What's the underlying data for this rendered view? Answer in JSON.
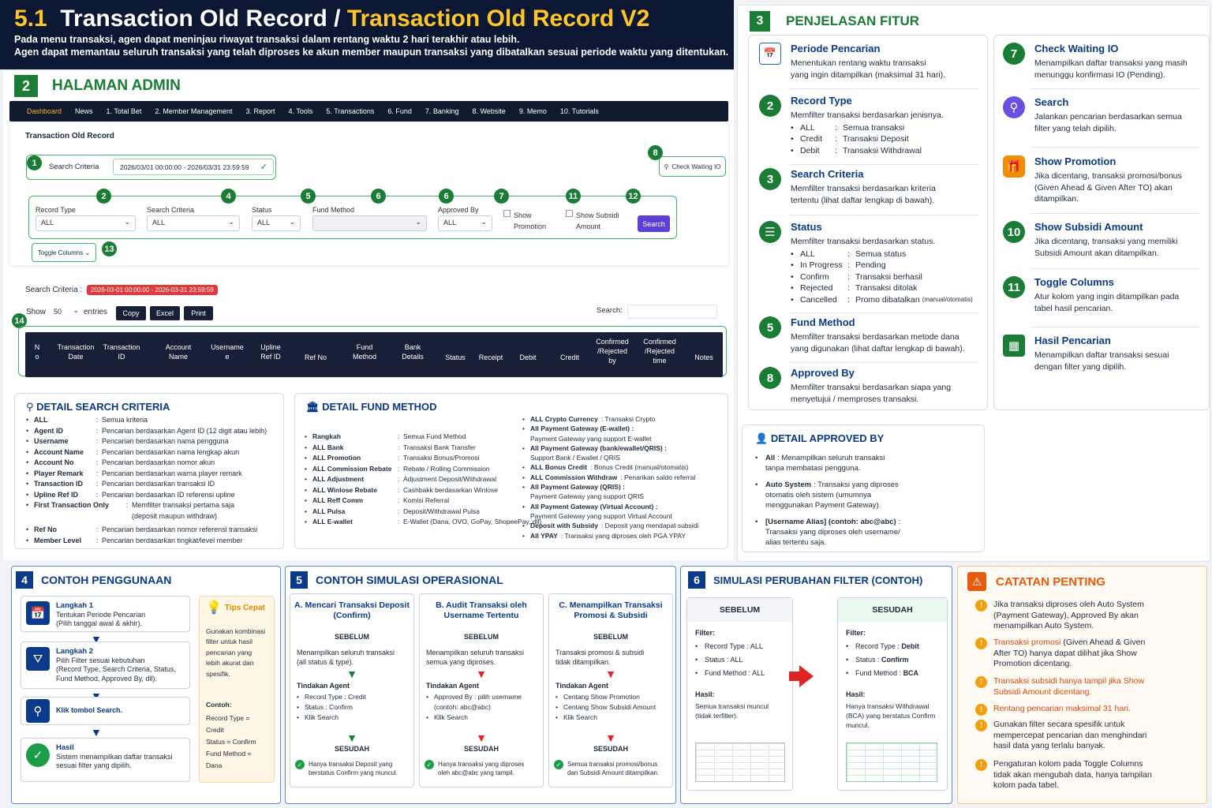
{
  "header": {
    "num": "5.1",
    "title_a": "Transaction Old Record",
    "slash": " / ",
    "title_b": "Transaction Old Record V2",
    "line1": "Pada menu transaksi, agen dapat meninjau riwayat transaksi dalam rentang waktu 2 hari terakhir atau lebih.",
    "line2": "Agen dapat memantau seluruh transaksi yang telah diproses ke akun member maupun transaksi yang dibatalkan sesuai periode waktu yang ditentukan."
  },
  "admin": {
    "num": "2",
    "title": "HALAMAN ADMIN",
    "nav": [
      "Dashboard",
      "News",
      "1. Total Bet",
      "2. Member Management",
      "3. Report",
      "4. Tools",
      "5. Transactions",
      "6. Fund",
      "7. Banking",
      "8. Website",
      "9. Memo",
      "10. Tutorials"
    ],
    "page_title": "Transaction Old Record",
    "search_criteria_label": "Search Criteria",
    "date_range": "2026/03/01 00:00:00 - 2026/03/31 23:59:59",
    "check_waiting": "Check Waiting IO",
    "record_type_label": "Record Type",
    "record_type_value": "ALL",
    "criteria_label": "Search Criteria",
    "criteria_value": "ALL",
    "status_label": "Status",
    "status_value": "ALL",
    "fund_label": "Fund Method",
    "approved_label": "Approved By",
    "approved_value": "ALL",
    "show_promo_a": "Show",
    "show_promo_b": "Promotion",
    "show_subsidi_a": "Show Subsidi",
    "show_subsidi_b": "Amount",
    "search_btn": "Search",
    "toggle": "Toggle Columns",
    "markers": [
      "1",
      "2",
      "4",
      "5",
      "6",
      "6",
      "7",
      "11",
      "12",
      "8",
      "13",
      "14"
    ],
    "criteria_bar_label": "Search Criteria :",
    "criteria_bar_value": "2026-03-01 00:00:00 - 2026-03-31 23:59:59",
    "show": "Show",
    "entries_value": "50",
    "entries": "entries",
    "copy": "Copy",
    "excel": "Excel",
    "print": "Print",
    "search_label": "Search:",
    "columns": [
      "N\no",
      "Transaction\nDate",
      "Transaction\nID",
      "Account\nName",
      "Username\ne",
      "Upline\nRef ID",
      "Ref No",
      "Fund\nMethod",
      "Bank\nDetails",
      "Status",
      "Receipt",
      "Debit",
      "Credit",
      "Confirmed\n/Rejected\nby",
      "Confirmed\n/Rejected\ntime",
      "Notes"
    ]
  },
  "features": {
    "num": "3",
    "title": "PENJELASAN FITUR",
    "left": [
      {
        "badge": "cal",
        "title": "Periode Pencarian",
        "desc": "Menentukan rentang waktu transaksi\nyang ingin ditampilkan (maksimal 31 hari)."
      },
      {
        "badge": "2",
        "title": "Record Type",
        "desc": "Memfilter transaksi berdasarkan jenisnya.",
        "items": [
          [
            "ALL",
            "Semua transaksi"
          ],
          [
            "Credit",
            "Transaksi Deposit"
          ],
          [
            "Debit",
            "Transaksi Withdrawal"
          ]
        ]
      },
      {
        "badge": "3",
        "title": "Search Criteria",
        "desc": "Memfilter transaksi berdasarkan kriteria\ntertentu (lihat daftar lengkap di bawah)."
      },
      {
        "badge": "list",
        "title": "Status",
        "desc": "Memfilter transaksi berdasarkan status.",
        "items": [
          [
            "ALL",
            "Semua status"
          ],
          [
            "In Progress",
            "Pending"
          ],
          [
            "Confirm",
            "Transaksi berhasil"
          ],
          [
            "Rejected",
            "Transaksi ditolak"
          ],
          [
            "Cancelled",
            "Promo dibatalkan"
          ]
        ],
        "note": "(manual/otomatis)"
      },
      {
        "badge": "5",
        "title": "Fund Method",
        "desc": "Memfilter transaksi berdasarkan metode dana\nyang digunakan (lihat daftar lengkap di bawah)."
      },
      {
        "badge": "8",
        "title": "Approved By",
        "desc": "Memfilter transaksi berdasarkan siapa yang\nmenyetujui / memproses transaksi."
      }
    ],
    "right": [
      {
        "badge": "7",
        "title": "Check Waiting IO",
        "desc": "Menampilkan daftar transaksi yang masih\nmenunggu konfirmasi IO (Pending)."
      },
      {
        "badge": "search",
        "title": "Search",
        "desc": "Jalankan pencarian berdasarkan semua\nfilter yang telah dipilih."
      },
      {
        "badge": "gift",
        "title": "Show Promotion",
        "desc": "Jika dicentang, transaksi promosi/bonus\n(Given Ahead & Given After TO) akan\nditampilkan."
      },
      {
        "badge": "10",
        "title": "Show Subsidi Amount",
        "desc": "Jika dicentang, transaksi yang memiliki\nSubsidi Amount akan ditampilkan."
      },
      {
        "badge": "11",
        "title": "Toggle Columns",
        "desc": "Atur kolom yang ingin ditampilkan pada\ntabel hasil pencarian."
      },
      {
        "badge": "table",
        "title": "Hasil Pencarian",
        "desc": "Menampilkan daftar transaksi sesuai\ndengan filter yang dipilih."
      }
    ]
  },
  "detail_search": {
    "title": "DETAIL SEARCH CRITERIA",
    "items": [
      [
        "ALL",
        "Semua kriteria"
      ],
      [
        "Agent ID",
        "Pencarian berdasarkan Agent ID (12 digit atau lebih)"
      ],
      [
        "Username",
        "Pencarian berdasarkan nama pengguna"
      ],
      [
        "Account Name",
        "Pencarian berdasarkan nama lengkap akun"
      ],
      [
        "Account No",
        "Pencarian berdasarkan nomor akun"
      ],
      [
        "Player Remark",
        "Pencarian berdasarkan warna player remark"
      ],
      [
        "Transaction ID",
        "Pencarian berdasarkan transaksi ID"
      ],
      [
        "Upline Ref ID",
        "Pencarian berdasarkan ID referensi upline"
      ],
      [
        "First Transaction Only",
        "Memfilter transaksi pertama saja\n(deposit maupun withdraw)"
      ],
      [
        "Ref No",
        "Pencarian berdasarkan nomor referensi transaksi"
      ],
      [
        "Member Level",
        "Pencarian berdasarkan tingkat/level member"
      ]
    ]
  },
  "detail_fund": {
    "title": "DETAIL FUND METHOD",
    "left": [
      [
        "Rangkah",
        "Semua Fund Method"
      ],
      [
        "ALL Bank",
        "Transaksi Bank Transfer"
      ],
      [
        "ALL Promotion",
        "Transaksi Bonus/Promosi"
      ],
      [
        "ALL Commission Rebate",
        "Rebate / Rolling Commission"
      ],
      [
        "ALL Adjustment",
        "Adjustment Deposit/Withdrawal"
      ],
      [
        "ALL Winlose Rebate",
        "Cashbakk berdasarkan Winlose"
      ],
      [
        "ALL Reff Comm",
        "Komisi Referral"
      ],
      [
        "ALL Pulsa",
        "Deposit/Withdrawal Pulsa"
      ],
      [
        "ALL E-wallet",
        "E-Wallet (Dana, OVO, GoPay, ShopeePay, dll)"
      ]
    ],
    "right": [
      [
        "ALL Crypto Currency",
        ":  Transaksi Crypto"
      ],
      [
        "All Payment Gateway (E-wallet) :",
        "Payment Gateway yang support E-wallet"
      ],
      [
        "All Payment Gateway (bank/ewallet/QRIS) :",
        "Support Bank / Ewallet / QRIS"
      ],
      [
        "ALL Bonus Credit",
        ":  Bonus Credit (manual/otomatis)"
      ],
      [
        "ALL Commission Withdraw",
        ":  Penarikan saldo referral"
      ],
      [
        "All Payment Gateway (QRIS) :",
        "Payment Gateway yang support QRIS"
      ],
      [
        "All Payment Gateway (Virtual Account) :",
        "Payment Gateway yang support Virtual Account"
      ],
      [
        "Deposit with Subsidy",
        ":  Deposit yang mendapat subsidi"
      ],
      [
        "All YPAY",
        ":  Transaksi yang diproses oleh PGA YPAY"
      ]
    ]
  },
  "approved": {
    "title": "DETAIL APPROVED BY",
    "items": [
      {
        "k": "All",
        "v": ":  Menampilkan seluruh transaksi\ntanpa membatasi pengguna."
      },
      {
        "k": "Auto System",
        "v": ":  Transaksi yang diproses\notomatis oleh sistem (umumnya\nmenggunakan Payment Gateway)."
      },
      {
        "k": "[Username Alias] (contoh: abc@abc)",
        "v": ":\nTransaksi yang diproses oleh username/\nalias tertentu saja."
      }
    ]
  },
  "usage": {
    "num": "4",
    "title": "CONTOH PENGGUNAAN",
    "steps": [
      {
        "t": "Langkah 1",
        "d": "Tentukan Periode Pencarian\n(Pilih tanggal awal & akhir)."
      },
      {
        "t": "Langkah 2",
        "d": "Pilih Filter sesuai kebutuhan\n(Record Type, Search Criteria, Status,\nFund Method, Approved By, dll)."
      },
      {
        "t": "",
        "d": "Klik tombol Search."
      },
      {
        "t": "Hasil",
        "d": "Sistem menampilkan daftar transaksi\nsesuai filter yang dipilih."
      }
    ],
    "tips_title": "Tips Cepat",
    "tips": "Gunakan kombinasi\nfilter untuk hasil\npencarian yang\nlebih akurat dan\nspesifik.",
    "example_label": "Contoh:",
    "example": "Record Type = Credit\nStatus = Confirm\nFund Method = Dana"
  },
  "simulation": {
    "num": "5",
    "title": "CONTOH SIMULASI OPERASIONAL",
    "cols": [
      {
        "title": "A. Mencari Transaksi Deposit\n(Confirm)",
        "before": "Menampilkan seluruh transaksi\n(all status & type).",
        "actions": [
          "Record Type  :  Credit",
          "Status  :  Confirm",
          "Klik Search"
        ],
        "after": "Hanya transaksi Deposit yang\nberstatus Confirm yang muncul."
      },
      {
        "title": "B. Audit Transaksi oleh\nUsername Tertentu",
        "before": "Menampilkan seluruh transaksi\nsemua yang diproses.",
        "actions": [
          "Approved By : pilih username\n(contoh: abc@abc)",
          "Klik Search"
        ],
        "after": "Hanya transaksi yang diproses\noleh abc@abc yang tampil."
      },
      {
        "title": "C. Menampilkan Transaksi\nPromosi & Subsidi",
        "before": "Transaksi promosi & subsidi\ntidak ditampilkan.",
        "actions": [
          "Centang Show Promotion",
          "Centang Show Subsidi Amount",
          "Klik Search"
        ],
        "after": "Semua transaksi promosi/bonus\ndan Subsidi Amount ditampilkan."
      }
    ],
    "before_label": "SEBELUM",
    "action_label": "Tindakan Agent",
    "after_label": "SESUDAH"
  },
  "filter_change": {
    "num": "6",
    "title": "SIMULASI PERUBAHAN FILTER (CONTOH)",
    "before": {
      "title": "SEBELUM",
      "filter": "Filter:",
      "items": [
        [
          "Record Type",
          "ALL"
        ],
        [
          "Status",
          "ALL"
        ],
        [
          "Fund Method",
          "ALL"
        ]
      ],
      "result_label": "Hasil:",
      "result": "Semua transaksi muncul\n(tidak terfilter)."
    },
    "after": {
      "title": "SESUDAH",
      "filter": "Filter:",
      "items": [
        [
          "Record Type",
          "Debit"
        ],
        [
          "Status",
          "Confirm"
        ],
        [
          "Fund Method",
          "BCA"
        ]
      ],
      "result_label": "Hasil:",
      "result": "Hanya transaksi Withdrawal\n(BCA) yang berstatus Confirm\nmuncul."
    }
  },
  "notes": {
    "title": "CATATAN PENTING",
    "items": [
      [
        "",
        "Jika transaksi diproses oleh Auto System\n(Payment Gateway), Approved By akan\nmenampilkan Auto System."
      ],
      [
        "Transaksi promosi",
        "(Given Ahead & Given\nAfter TO) hanya dapat dilihat jika Show\nPromotion dicentang."
      ],
      [
        "Transaksi subsidi hanya tampil jika Show\nSubsidi Amount dicentang.",
        ""
      ],
      [
        "Rentang pencarian maksimal 31 hari.",
        ""
      ],
      [
        "",
        "Gunakan filter secara spesifik untuk\nmempercepat pencarian dan menghindari\nhasil data yang terlalu banyak."
      ],
      [
        "",
        "Pengaturan kolom pada Toggle Columns\ntidak akan mengubah data, hanya tampilan\nkolom pada tabel."
      ]
    ]
  },
  "colors": {
    "green": "#1b7c36",
    "navy": "#0b3a8a",
    "accent": "#ffc629",
    "danger": "#e02424",
    "warning": "#f59e0b"
  }
}
